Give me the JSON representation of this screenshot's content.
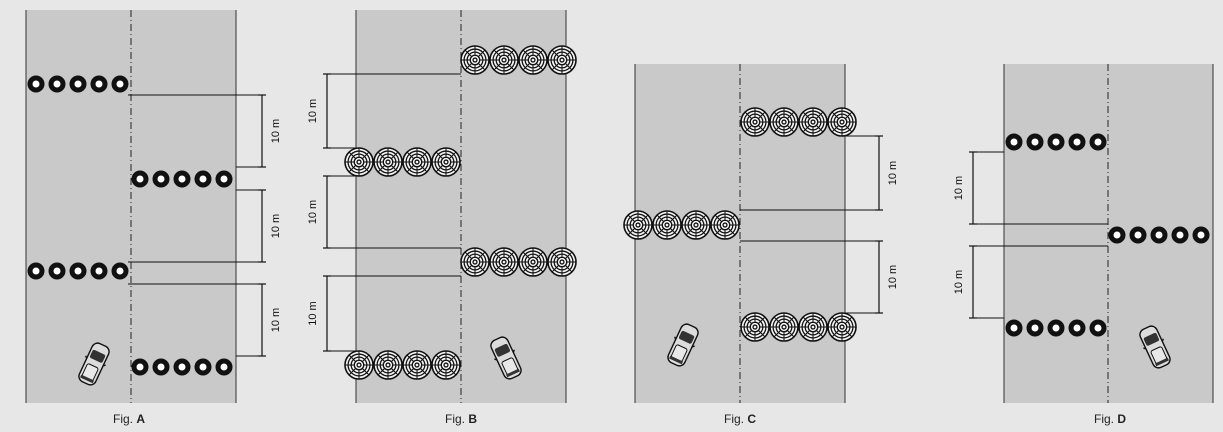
{
  "colors": {
    "background": "#e7e7e7",
    "road": "#c9c9c9",
    "road_edge": "#333333",
    "tire": "#111111",
    "dim_line": "#111111"
  },
  "dimension_label": "10 m",
  "figures": [
    {
      "id": "A",
      "caption_prefix": "Fig.",
      "caption_letter": "A",
      "tire_style": "bold-ring",
      "dimension_count": 3
    },
    {
      "id": "B",
      "caption_prefix": "Fig.",
      "caption_letter": "B",
      "tire_style": "tread",
      "dimension_count": 3
    },
    {
      "id": "C",
      "caption_prefix": "Fig.",
      "caption_letter": "C",
      "tire_style": "tread",
      "dimension_count": 2
    },
    {
      "id": "D",
      "caption_prefix": "Fig.",
      "caption_letter": "D",
      "tire_style": "bold-ring",
      "dimension_count": 2
    }
  ]
}
